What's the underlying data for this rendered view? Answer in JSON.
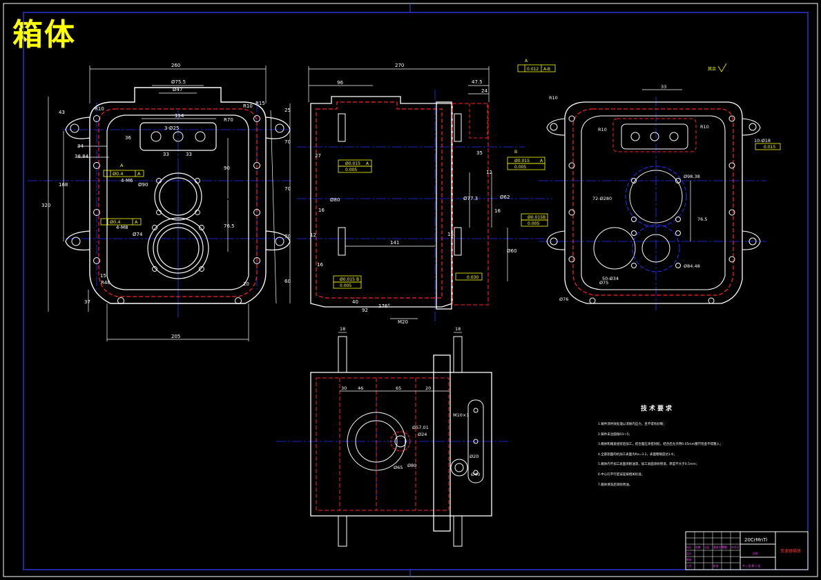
{
  "drawing": {
    "title": "箱体",
    "material": "20CrMnTi",
    "surface_mark": "其余",
    "colors": {
      "dim": "#ffffff",
      "outline": "#ffffff",
      "hidden": "#ff0000",
      "center": "#0000ff",
      "tol": "#ffff00",
      "green": "#00ff00",
      "frame": "#3333ff"
    }
  },
  "front_view": {
    "dims": {
      "top_width": "260",
      "d75": "Ø75.5",
      "d47": "Ø47",
      "w114": "114",
      "holes": "3-Ø25",
      "h33a": "33",
      "h33b": "33",
      "h36": "36",
      "h90": "90",
      "h168": "168",
      "h320": "320",
      "h76": "76.5",
      "h37": "37",
      "h34": "34",
      "h38": "38.84",
      "w205": "205",
      "h15": "15",
      "h20": "20",
      "h43": "43",
      "r10": "R10",
      "r10b": "R10",
      "r70": "R70",
      "r15": "R15",
      "d90": "Ø90",
      "d74": "Ø74",
      "r46": "R46",
      "m6a": "4-M6",
      "m6b": "4-M8",
      "t1": "Ø0.4",
      "t1b": "A",
      "t2": "Ø0.4",
      "t2b": "A",
      "dA": "A"
    }
  },
  "side_view": {
    "dims": {
      "w270": "270",
      "w96": "96",
      "w47": "47.5",
      "w24": "24",
      "w35": "35",
      "w27": "27",
      "w141": "141",
      "w15": "15",
      "w15b": "15",
      "w16": "16",
      "w16b": "16",
      "w16c": "16",
      "w12": "12",
      "w12b": "12",
      "h25": "25",
      "h70a": "70",
      "h70b": "70",
      "h70c": "70",
      "h60": "60",
      "d77": "Ø77.3",
      "d62": "Ø62",
      "d60": "Ø60",
      "d80": "Ø80",
      "m20": "M20",
      "a176": "176°",
      "h92": "92",
      "h40": "40",
      "tolA": "0.012",
      "tolAB": "A-B",
      "t1": "Ø0.015",
      "t1b": "A",
      "t1c": "0.005",
      "t2": "Ø0.015",
      "t2b": "A",
      "t2c": "0.005",
      "t3": "Ø0.015",
      "t3b": "B",
      "t3c": "0.005",
      "t4": "Ø0.015",
      "t4b": "B",
      "t4c": "0.005",
      "t5": "0.030",
      "dA": "A",
      "dB": "B"
    }
  },
  "right_view": {
    "dims": {
      "w33": "33",
      "r10": "R10",
      "r10b": "R10",
      "r10c": "R10",
      "d98": "Ø98.38",
      "d75": "Ø75",
      "d76": "Ø76",
      "d84": "Ø84.48",
      "h10": "10-Ø18",
      "tol": "0.015",
      "a": "72-Ø280",
      "b": "50-Ø34",
      "c": "76.5"
    }
  },
  "top_view": {
    "dims": {
      "w18a": "18",
      "w18b": "18",
      "w30": "30",
      "w46": "46",
      "w65": "65",
      "w20": "20",
      "d57": "Ø57.01",
      "d24": "Ø24",
      "d65": "Ø65",
      "d80": "Ø80",
      "m10": "M10×1",
      "d20": "Ø20",
      "d40": "Ø40"
    }
  },
  "tech_requirements": {
    "title": "技术要求",
    "lines": [
      "1.铸件须时效处理以消除内应力，且不得有砂眼；",
      "2.铸件未注圆角R3～5；",
      "3.箱体和箱盖组装后加工，结合面应涂密封胶，结合后允许用0.05mm塞尺检查不得塞入；",
      "4.全部剖面的机加工表面为Ra=3.2，表面粗糙度达1.6；",
      "5.箱体内不加工表面涂耐油漆，加工表面涂防锈漆，厚度不大于0.5mm；",
      "6.中心孔平行度误差按相关标准；",
      "7.箱体清洗后涂防锈油。"
    ]
  },
  "title_block": {
    "material": "20CrMnTi",
    "name": "变速器箱体",
    "row_labels": [
      "标记",
      "处数",
      "分区",
      "更改文件号",
      "签名",
      "年月日"
    ],
    "labels2": [
      "设计",
      "审核",
      "工艺",
      "批准"
    ],
    "scale_label": "比例",
    "sheet": "共 1 张 第 1 张"
  }
}
